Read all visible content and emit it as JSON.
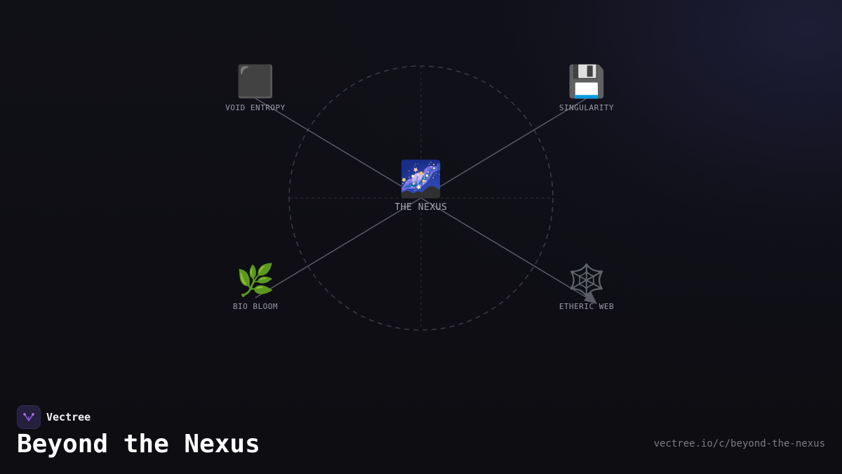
{
  "diagram": {
    "center": {
      "emoji": "🌌",
      "label": "THE NEXUS",
      "icon": "milky-way-icon"
    },
    "nodes": [
      {
        "id": "void-entropy",
        "emoji": "⬛",
        "label": "VOID ENTROPY",
        "icon": "black-square-icon"
      },
      {
        "id": "singularity",
        "emoji": "💾",
        "label": "SINGULARITY",
        "icon": "floppy-disk-icon"
      },
      {
        "id": "bio-bloom",
        "emoji": "🌿",
        "label": "BIO BLOOM",
        "icon": "herb-icon"
      },
      {
        "id": "etheric-web",
        "emoji": "🕸️",
        "label": "ETHERIC WEB",
        "icon": "spider-web-icon"
      }
    ]
  },
  "brand": {
    "name": "Vectree",
    "logo": "vectree-logo-icon"
  },
  "title": "Beyond the Nexus",
  "url": "vectree.io/c/beyond-the-nexus",
  "colors": {
    "background": "#0e0e13",
    "connector": "#5a5a66",
    "guide": "#3c3c46",
    "logo_accent": "#8a4fd8"
  }
}
